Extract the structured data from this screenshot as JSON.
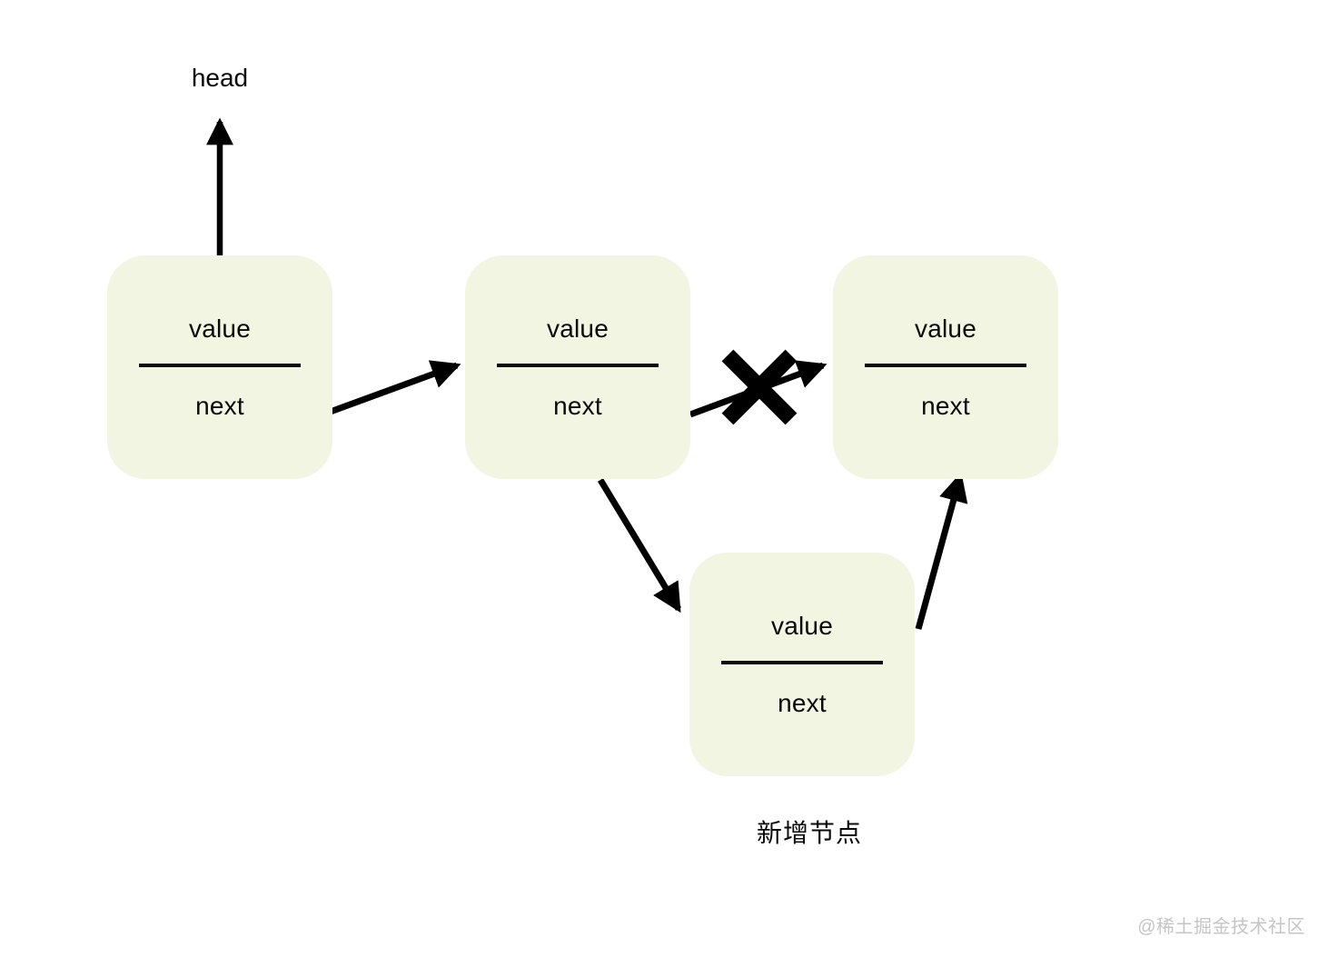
{
  "diagram": {
    "title": "linked-list-insert-node",
    "head_label": "head",
    "new_node_caption": "新增节点",
    "watermark": "@稀土掘金技术社区",
    "nodes": [
      {
        "id": "node-1",
        "value_label": "value",
        "next_label": "next"
      },
      {
        "id": "node-2",
        "value_label": "value",
        "next_label": "next"
      },
      {
        "id": "node-3",
        "value_label": "value",
        "next_label": "next"
      },
      {
        "id": "new-node",
        "value_label": "value",
        "next_label": "next"
      }
    ],
    "links": [
      {
        "from": "node-1",
        "to": "head",
        "status": "active"
      },
      {
        "from": "node-1",
        "to": "node-2",
        "status": "active"
      },
      {
        "from": "node-2",
        "to": "node-3",
        "status": "removed"
      },
      {
        "from": "node-2",
        "to": "new-node",
        "status": "active"
      },
      {
        "from": "new-node",
        "to": "node-3",
        "status": "active"
      }
    ],
    "colors": {
      "background": "#ffffff",
      "node_fill": "#f1f5e2",
      "text": "#0a0a0a",
      "arrow": "#000000",
      "watermark": "#c5c5c5"
    }
  }
}
